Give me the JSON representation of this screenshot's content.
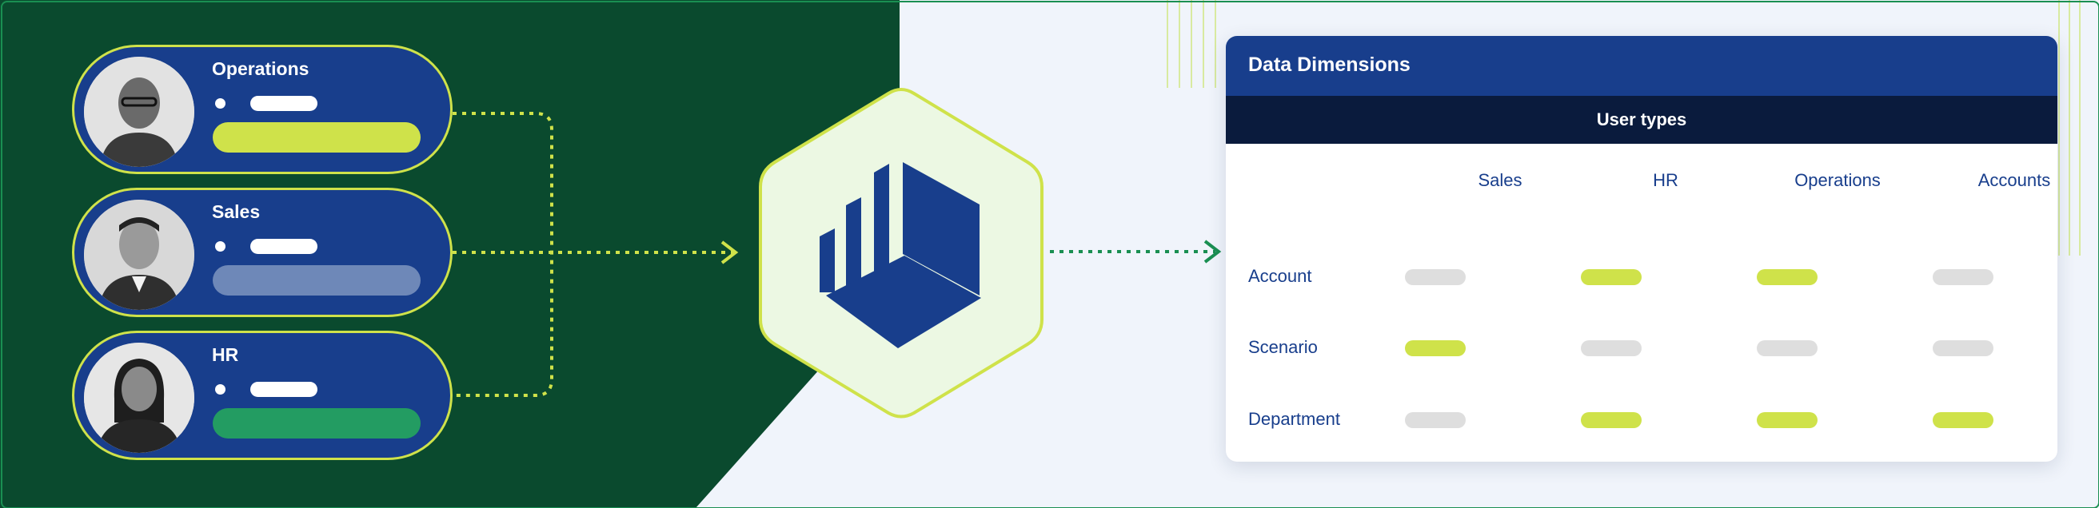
{
  "users": [
    {
      "title": "Operations",
      "bar_color": "#cfe24a"
    },
    {
      "title": "Sales",
      "bar_color": "#6e88b8"
    },
    {
      "title": "HR",
      "bar_color": "#239c62"
    }
  ],
  "hub": {
    "icon": "cube-bar-chart-icon"
  },
  "table": {
    "title": "Data Dimensions",
    "subtitle": "User types",
    "columns": [
      "Sales",
      "HR",
      "Operations",
      "Accounts"
    ],
    "rows": [
      {
        "label": "Account",
        "active": [
          false,
          true,
          true,
          false
        ]
      },
      {
        "label": "Scenario",
        "active": [
          true,
          false,
          false,
          false
        ]
      },
      {
        "label": "Department",
        "active": [
          false,
          true,
          true,
          true
        ]
      }
    ]
  },
  "colors": {
    "dark_green": "#0a4a2e",
    "navy": "#183e8c",
    "lime": "#cfe24a",
    "inactive_pill": "#dedede",
    "connector_right": "#1a8f52"
  }
}
